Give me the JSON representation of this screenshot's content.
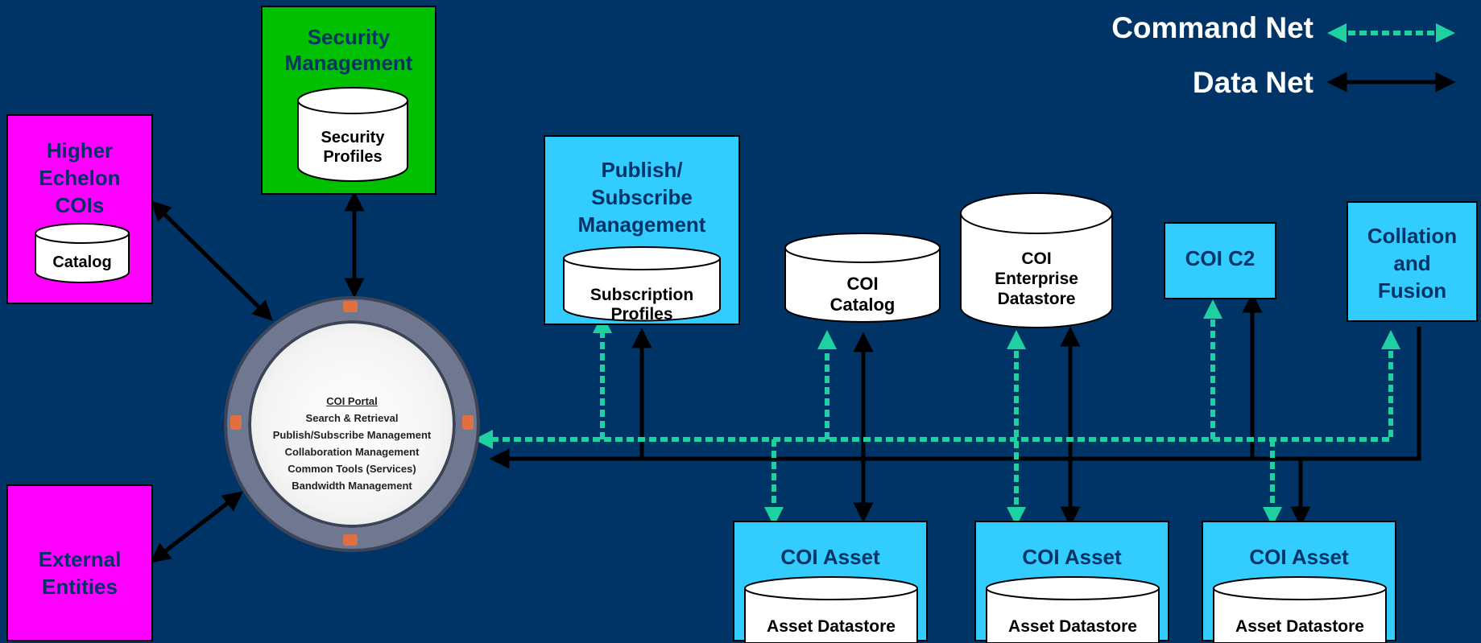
{
  "legend": {
    "command_net": "Command Net",
    "data_net": "Data Net"
  },
  "colors": {
    "background": "#003366",
    "command_net": "#1fd0a0",
    "data_net": "#000000",
    "magenta": "#ff00ff",
    "green": "#00c000",
    "cyan": "#33ccff"
  },
  "nodes": {
    "security_mgmt": {
      "title_1": "Security",
      "title_2": "Management",
      "store_1": "Security",
      "store_2": "Profiles"
    },
    "higher_echelon": {
      "title_1": "Higher",
      "title_2": "Echelon",
      "title_3": "COIs",
      "store": "Catalog"
    },
    "external": {
      "title_1": "External",
      "title_2": "Entities"
    },
    "pubsub": {
      "title_1": "Publish/",
      "title_2": "Subscribe",
      "title_3": "Management",
      "store_1": "Subscription",
      "store_2": "Profiles"
    },
    "coi_catalog": {
      "label_1": "COI",
      "label_2": "Catalog"
    },
    "coi_enterprise": {
      "label_1": "COI",
      "label_2": "Enterprise",
      "label_3": "Datastore"
    },
    "coi_c2": {
      "title": "COI C2"
    },
    "collation": {
      "title_1": "Collation",
      "title_2": "and",
      "title_3": "Fusion"
    },
    "assets": [
      {
        "title": "COI Asset",
        "store": "Asset Datastore"
      },
      {
        "title": "COI Asset",
        "store": "Asset Datastore"
      },
      {
        "title": "COI Asset",
        "store": "Asset Datastore"
      }
    ]
  },
  "portal": {
    "heading": "COI Portal",
    "items": [
      "Search & Retrieval",
      "Publish/Subscribe Management",
      "Collaboration Management",
      "Common Tools (Services)",
      "Bandwidth Management"
    ]
  }
}
